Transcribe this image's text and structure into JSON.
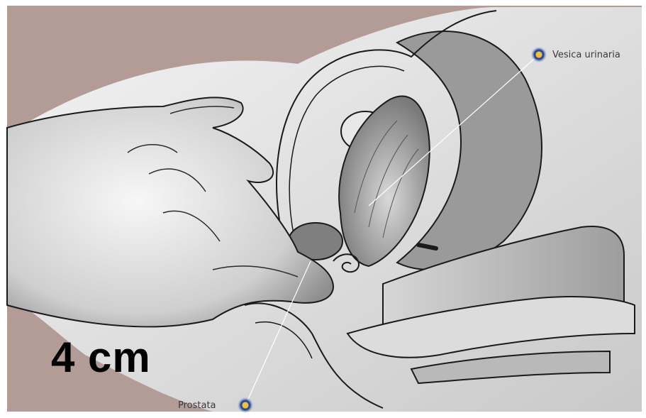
{
  "scale": {
    "text": "4 cm"
  },
  "callouts": {
    "bladder": "Vesica urinaria",
    "prostate": "Prostata"
  },
  "colors": {
    "background": "#b39b96",
    "skin": "#ededed",
    "outline": "#1a1a1a",
    "pin_center": "#f6c234",
    "pin_ring": "#2a4a9a"
  }
}
